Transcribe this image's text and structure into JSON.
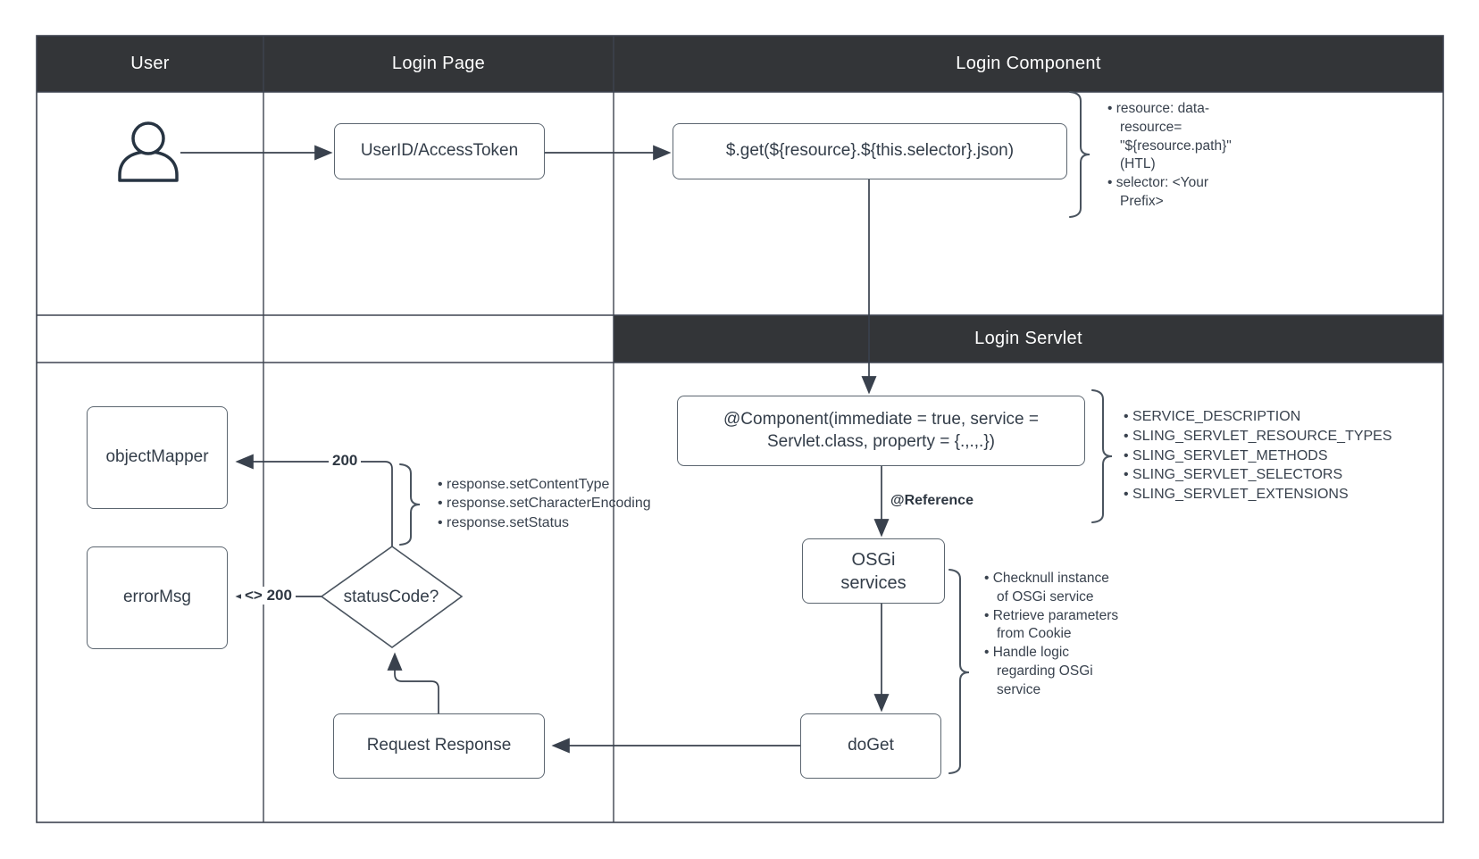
{
  "colors": {
    "header_bg": "#333538",
    "grid_line": "#3e4450",
    "box_border": "#5c6670",
    "text": "#333d49",
    "annotation_text": "#39424e",
    "background": "#ffffff"
  },
  "lanes": {
    "user": "User",
    "login_page": "Login Page",
    "login_component": "Login Component",
    "login_servlet": "Login Servlet"
  },
  "nodes": {
    "user_token": "UserID/AccessToken",
    "get_call": "$.get(${resource}.${this.selector}.json)",
    "component": "@Component(immediate = true, service = Servlet.class, property = {.,.,.})",
    "osgi_services": "OSGi services",
    "do_get": "doGet",
    "request_response": "Request Response",
    "status_code": "statusCode?",
    "object_mapper": "objectMapper",
    "error_msg": "errorMsg"
  },
  "edge_labels": {
    "reference": "@Reference",
    "ok": "200",
    "not_ok": "<> 200"
  },
  "annotations": {
    "resource": [
      "resource: data-resource= \"${resource.path}\" (HTL)",
      "selector: <Your Prefix>"
    ],
    "servlet_properties": [
      "SERVICE_DESCRIPTION",
      "SLING_SERVLET_RESOURCE_TYPES",
      "SLING_SERVLET_METHODS",
      "SLING_SERVLET_SELECTORS",
      "SLING_SERVLET_EXTENSIONS"
    ],
    "osgi_notes": [
      "Checknull instance of OSGi service",
      "Retrieve parameters from Cookie",
      "Handle logic regarding OSGi service"
    ],
    "response_notes": [
      "response.setContentType",
      "response.setCharacterEncoding",
      "response.setStatus"
    ]
  }
}
